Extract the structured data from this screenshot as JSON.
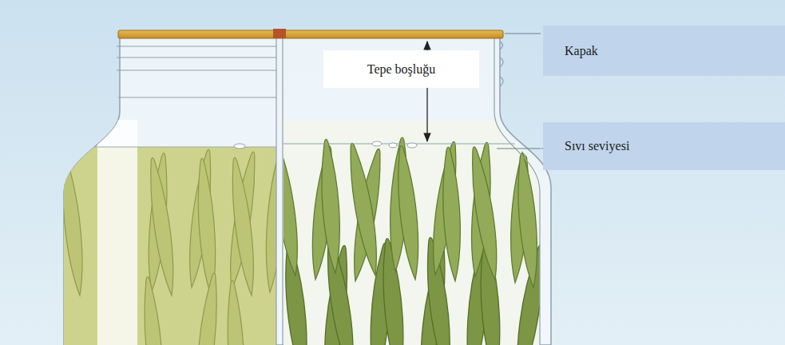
{
  "diagram": {
    "nodes": [
      {
        "text": [
          "Kapak"
        ]
      },
      {
        "text": [
          "Tepe boşluğu"
        ]
      },
      {
        "text": [
          "Sıvı seviyesi"
        ]
      }
    ]
  }
}
